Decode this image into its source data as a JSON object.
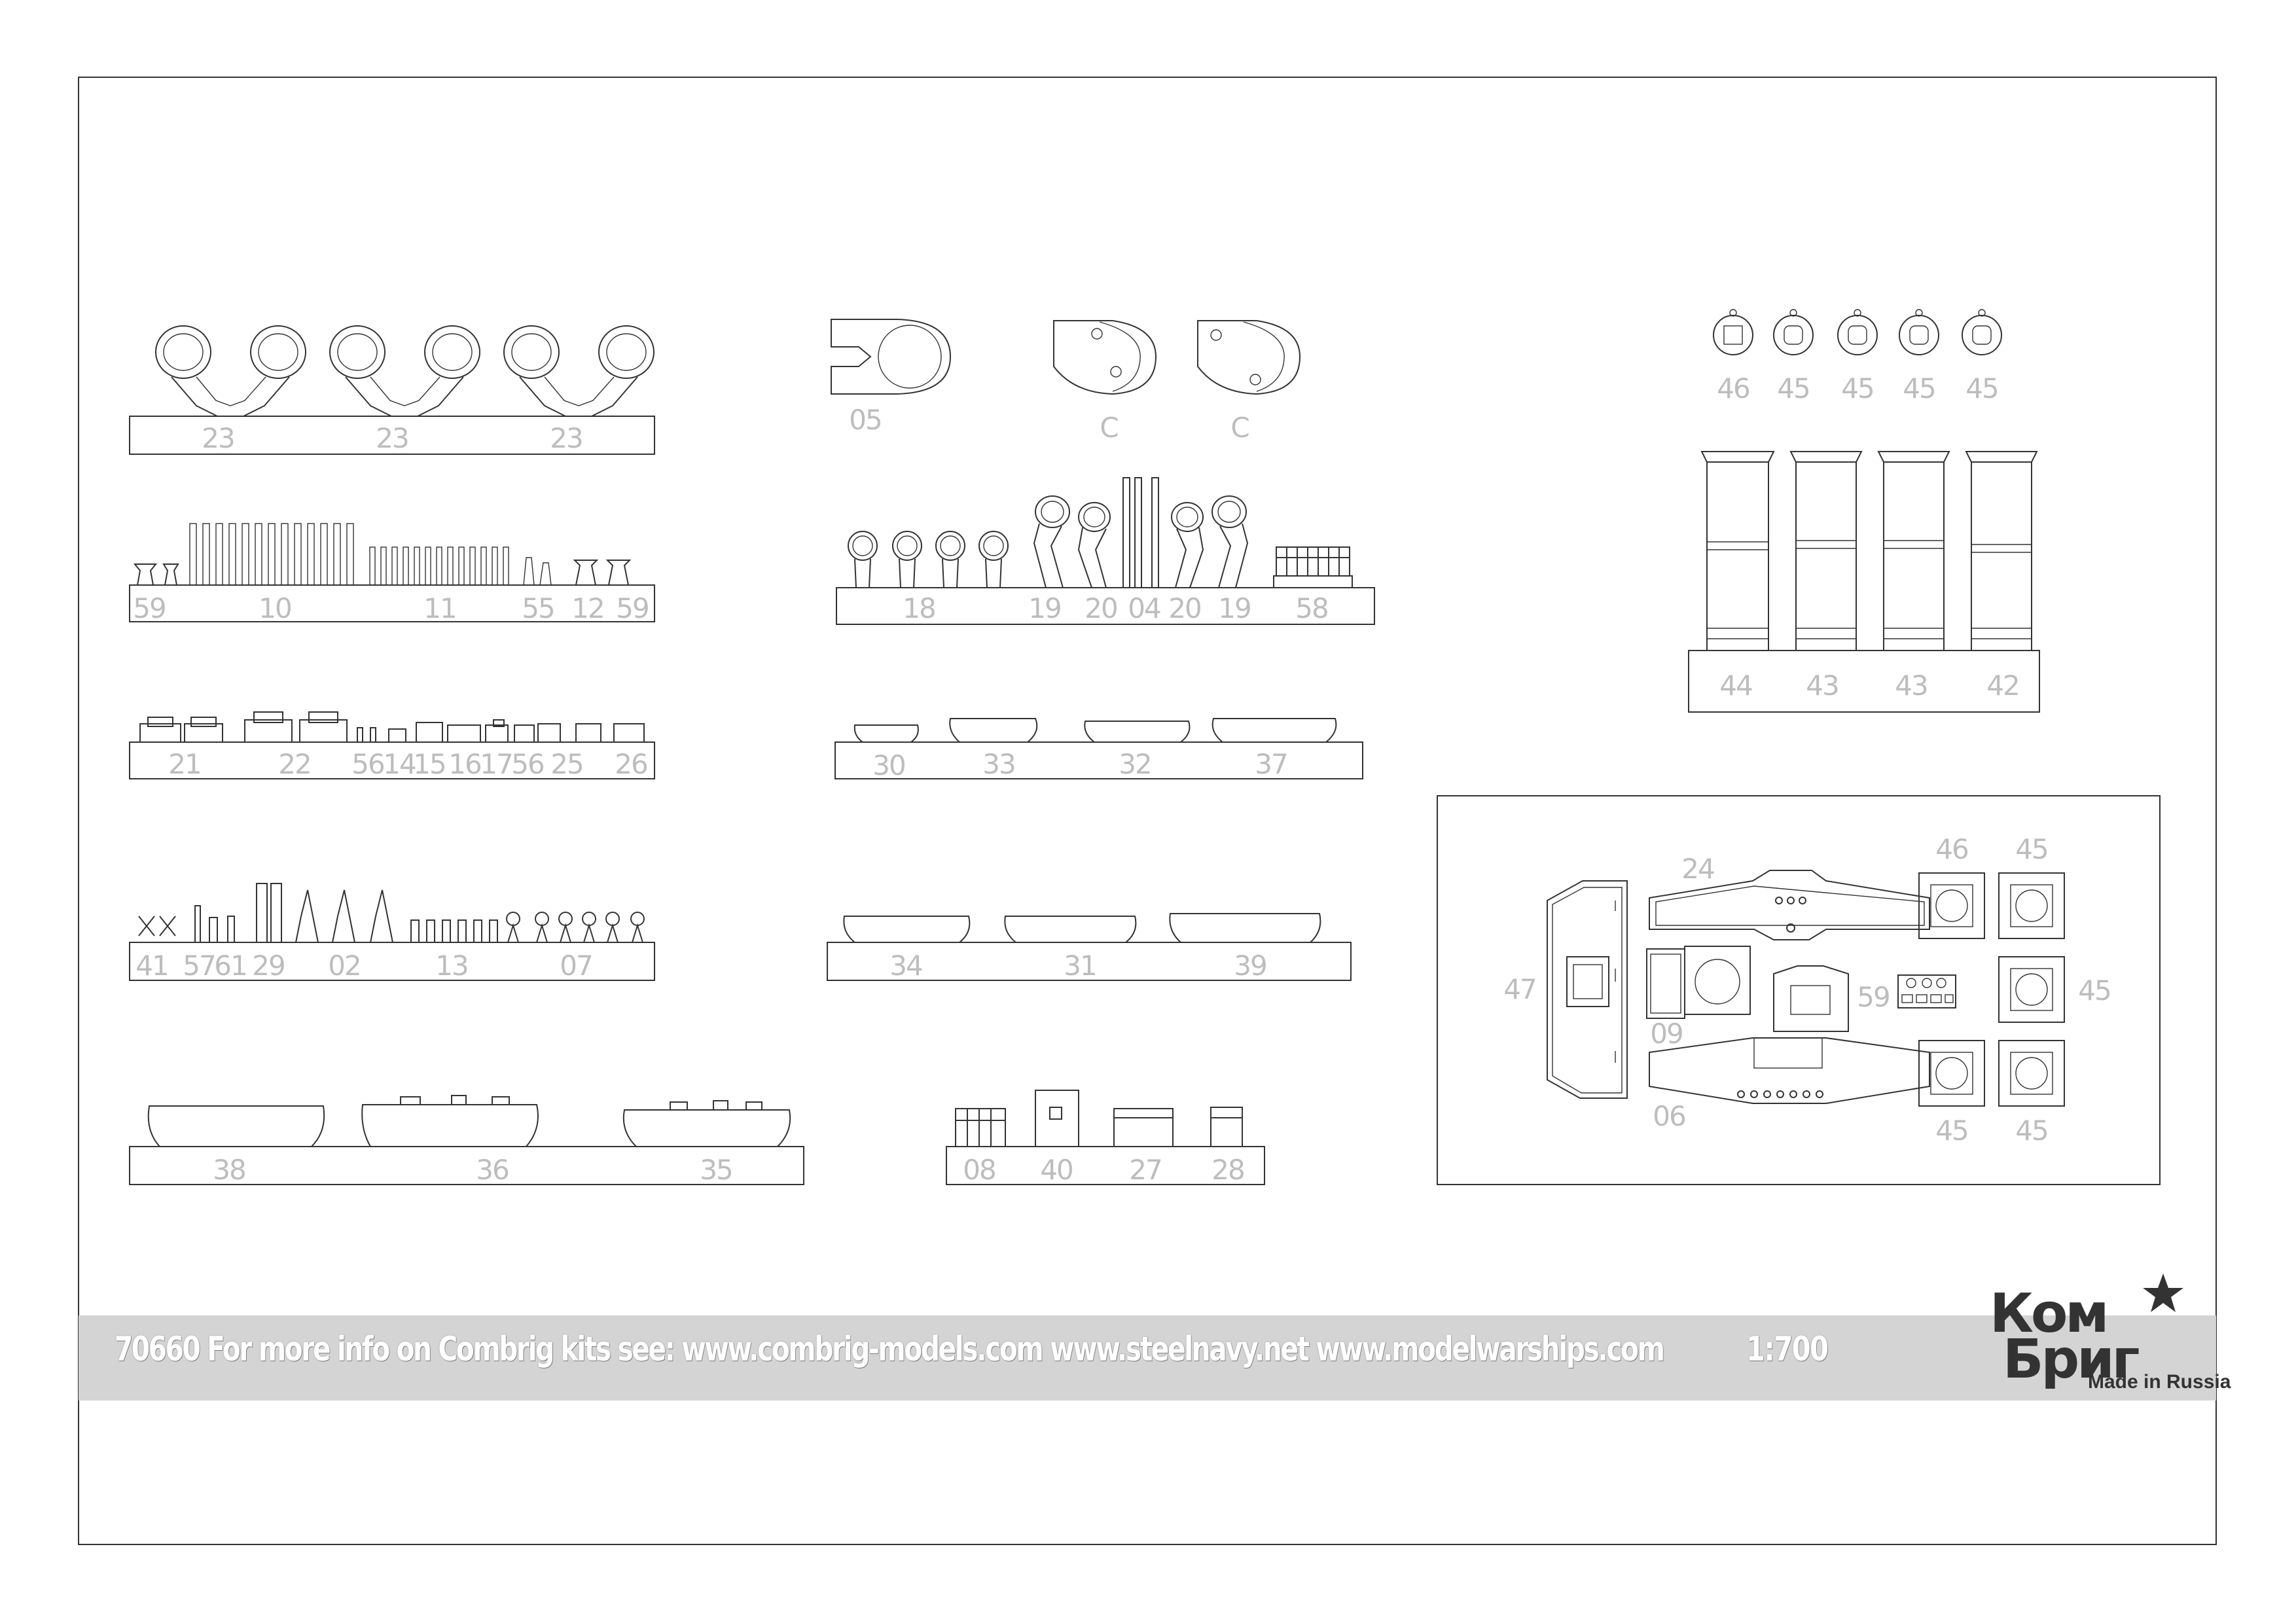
{
  "footer": {
    "text": "70660 For more info on Combrig kits see: www.combrig-models.com www.steelnavy.net www.modelwarships.com",
    "scale": "1:700"
  },
  "logo": {
    "line1": "Ком",
    "line2": "Бриг",
    "made_in": "Made in Russia"
  },
  "groups": {
    "row1_left": [
      "23",
      "23",
      "23"
    ],
    "row1_mid": [
      "05",
      "C",
      "C"
    ],
    "row1_right": [
      "46",
      "45",
      "45",
      "45",
      "45"
    ],
    "row2_left": [
      "59",
      "10",
      "11",
      "55",
      "12",
      "59"
    ],
    "row2_mid": [
      "18",
      "19",
      "20",
      "04",
      "20",
      "19",
      "58"
    ],
    "funnels": [
      "44",
      "43",
      "43",
      "42"
    ],
    "row3_left": [
      "21",
      "22",
      "56",
      "14",
      "15",
      "16",
      "17",
      "56",
      "25",
      "26"
    ],
    "row3_mid": [
      "30",
      "33",
      "32",
      "37"
    ],
    "row4_left": [
      "41",
      "57",
      "61",
      "29",
      "02",
      "13",
      "07"
    ],
    "row4_mid": [
      "34",
      "31",
      "39"
    ],
    "row5_left": [
      "38",
      "36",
      "35"
    ],
    "row5_mid": [
      "08",
      "40",
      "27",
      "28"
    ],
    "etch": [
      "24",
      "46",
      "45",
      "47",
      "59",
      "45",
      "09",
      "06",
      "45",
      "45"
    ]
  }
}
